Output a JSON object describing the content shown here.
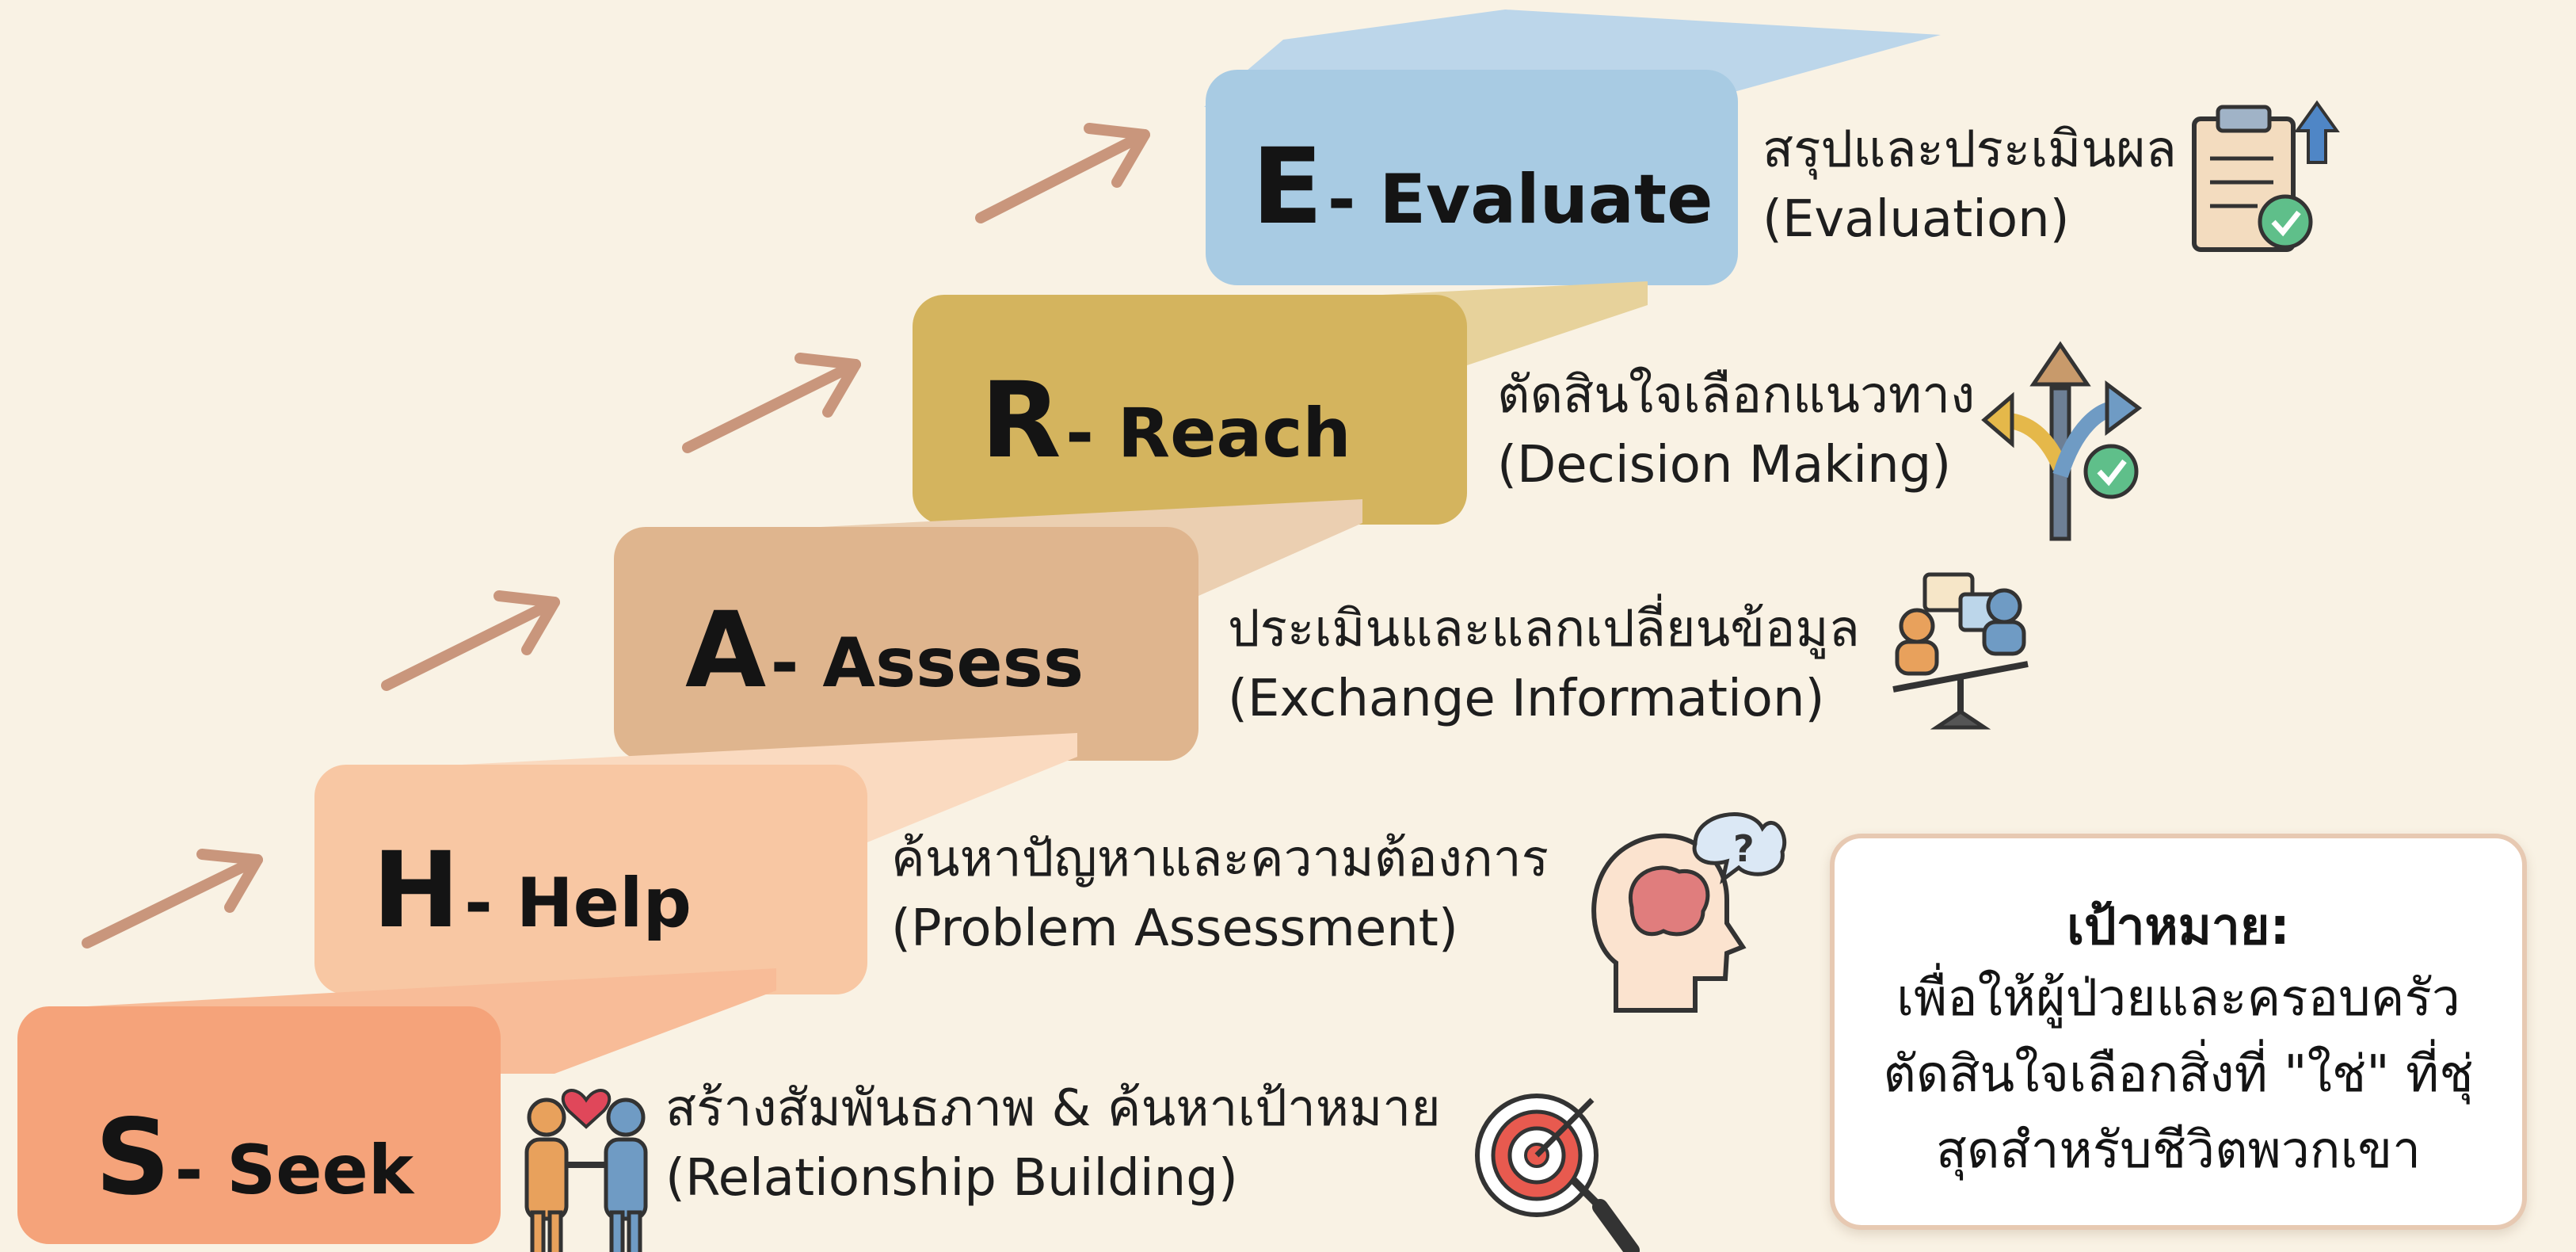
{
  "steps": [
    {
      "letter": "S",
      "word": "- Seek",
      "thai": "สร้างสัมพันธภาพ & ค้นหาเป้าหมาย",
      "english": "(Relationship Building)",
      "color": "#f5a37a",
      "icon": "handshake-heart-icon"
    },
    {
      "letter": "H",
      "word": "- Help",
      "thai": "ค้นหาปัญหาและความต้องการ",
      "english": "(Problem Assessment)",
      "color": "#f8c7a3",
      "icon": "brain-question-icon"
    },
    {
      "letter": "A",
      "word": "- Assess",
      "thai": "ประเมินและแลกเปลี่ยนข้อมูล",
      "english": "(Exchange Information)",
      "color": "#dfb58e",
      "icon": "people-chat-scale-icon"
    },
    {
      "letter": "R",
      "word": "- Reach",
      "thai": "ตัดสินใจเลือกแนวทาง",
      "english": "(Decision Making)",
      "color": "#d4b45e",
      "icon": "split-arrow-icon"
    },
    {
      "letter": "E",
      "word": "- Evaluate",
      "thai": "สรุปและประเมินผล",
      "english": "(Evaluation)",
      "color": "#a8cbe3",
      "icon": "clipboard-check-icon"
    }
  ],
  "goal": {
    "title": "เป้าหมาย:",
    "lines": [
      "เพื่อให้ผู้ป่วยและครอบครัว",
      "ตัดสินใจเลือกสิ่งที่ \"ใช่\" ที่ชุ่",
      "สุดสำหรับชีวิตพวกเขา"
    ]
  },
  "colors": {
    "background": "#f9f2e4",
    "arrow": "#c9967c",
    "text": "#141414"
  }
}
